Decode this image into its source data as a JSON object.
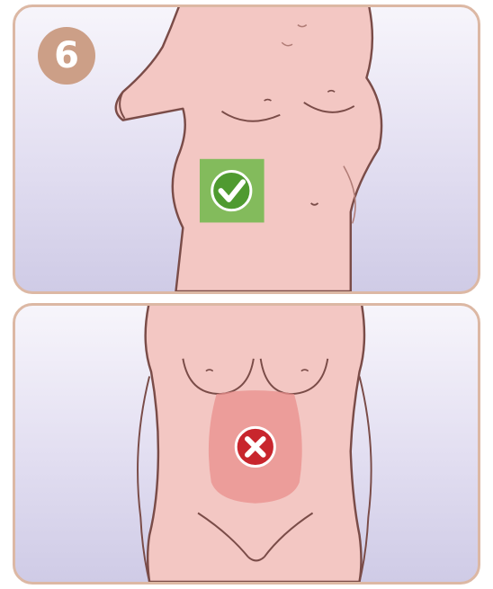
{
  "step": {
    "number": "6"
  },
  "colors": {
    "frame": "#dcb8a4",
    "badge": "#cc9f87",
    "skin": "#f3c7c3",
    "outline": "#7a4c48",
    "correct": "#5ea83c",
    "incorrect": "#c8262d",
    "zone_bad": "#e98f8c"
  },
  "panels": [
    {
      "icon": "check-icon",
      "verdict": "correct"
    },
    {
      "icon": "x-icon",
      "verdict": "incorrect"
    }
  ]
}
